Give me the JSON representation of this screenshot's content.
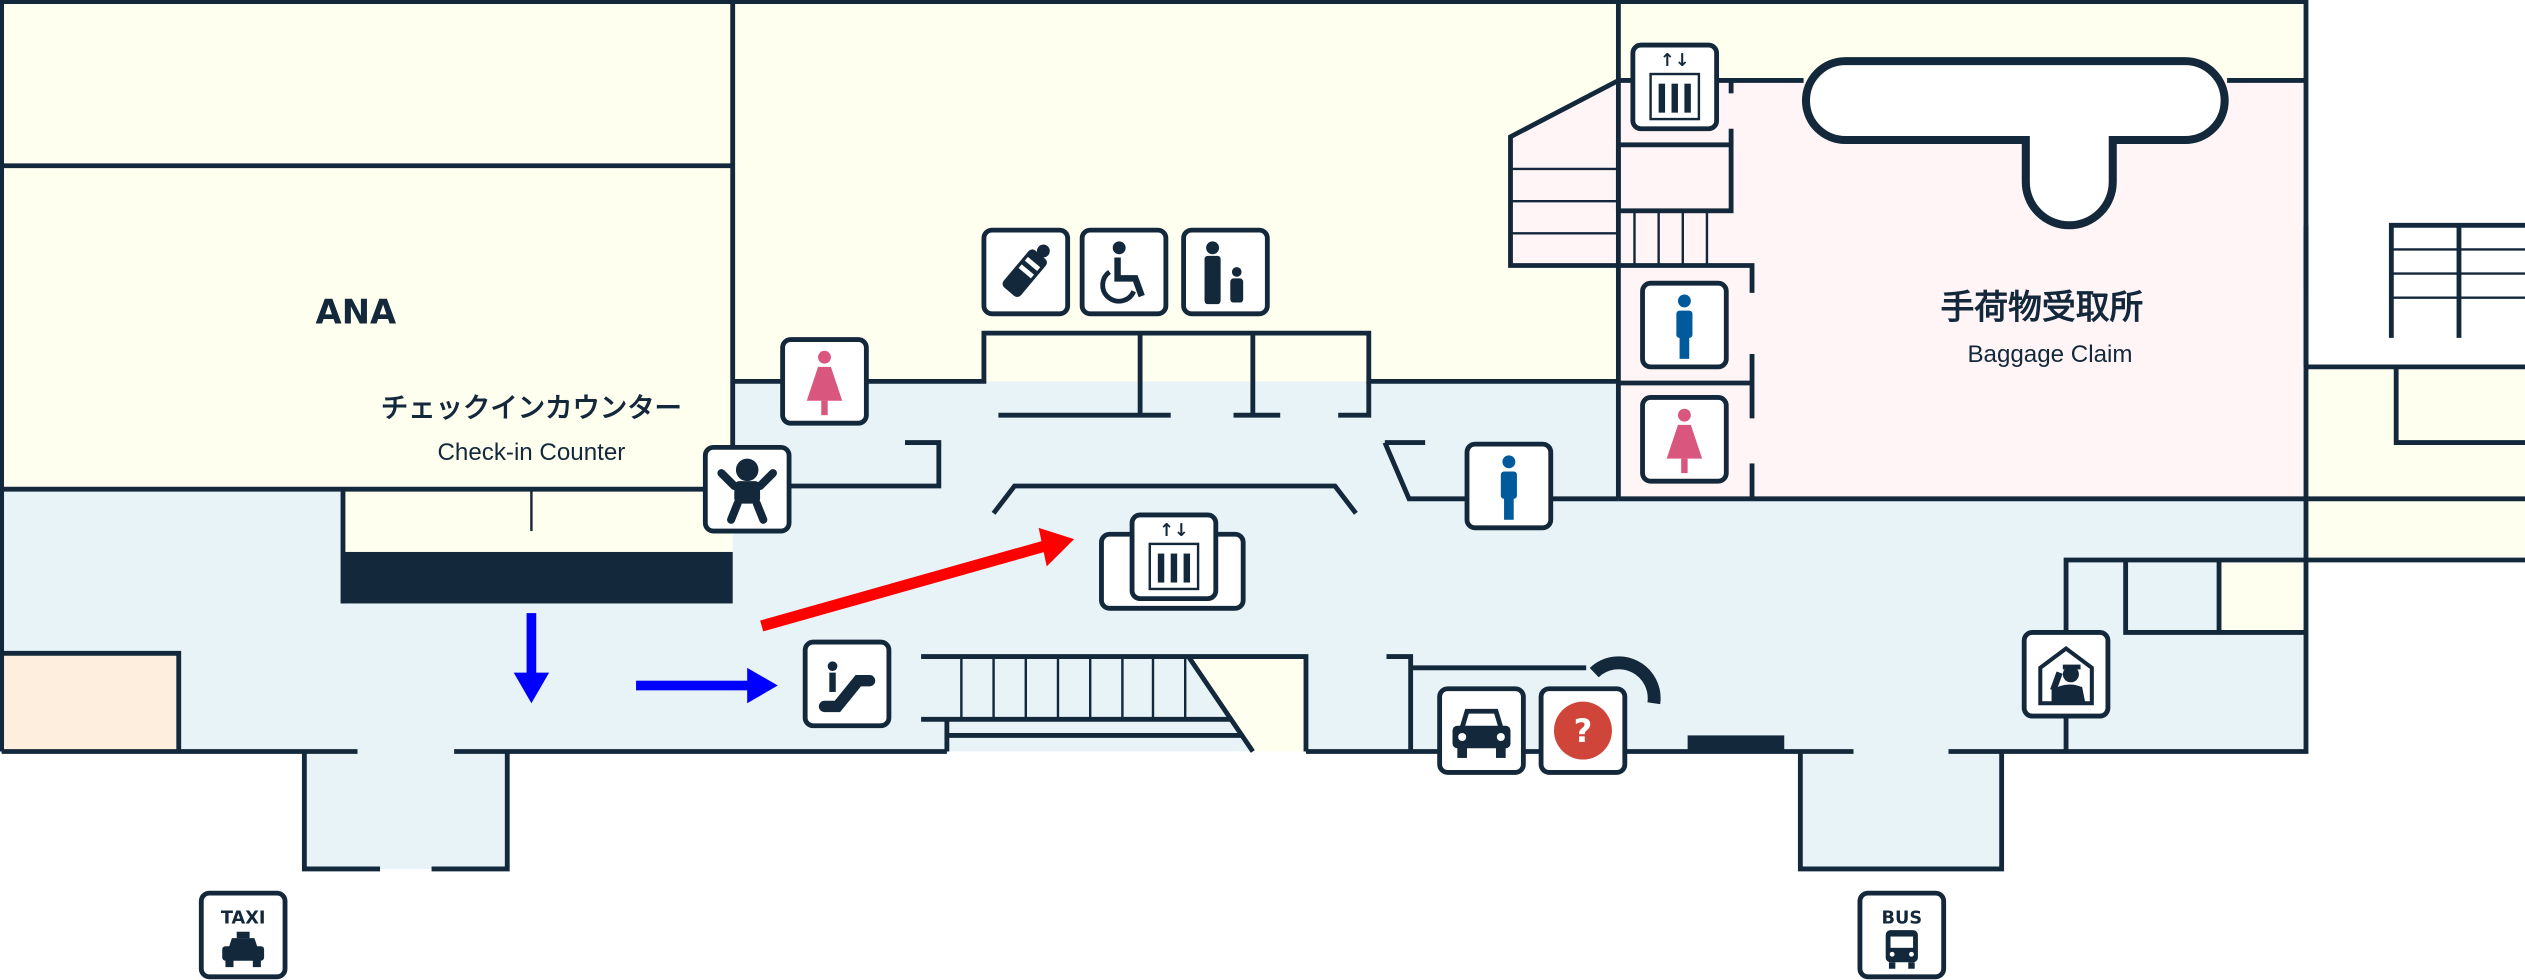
{
  "map": {
    "areas": {
      "airline": "ANA",
      "checkin_jp": "チェックインカウンター",
      "checkin_en": "Check-in Counter",
      "baggage_jp": "手荷物受取所",
      "baggage_en": "Baggage Claim"
    },
    "icons": {
      "taxi_label": "TAXI",
      "bus_label": "BUS",
      "info_label": "?",
      "elevator_arrows": "↑↓"
    },
    "icon_list": [
      "nursing-room",
      "accessible-toilet",
      "family-toilet",
      "female-toilet",
      "baby-changing",
      "elevator",
      "escalator",
      "male-toilet",
      "car-rental",
      "information",
      "police",
      "taxi",
      "bus"
    ],
    "colors": {
      "wall": "#13283b",
      "tenant_area": "#fffff0",
      "public_area": "#e8f3f8",
      "baggage_area": "#fff5f6",
      "special_area": "#fdeedd",
      "male": "#005a9c",
      "female": "#d9577f",
      "info": "#d0453a",
      "route_blue": "#0000ff",
      "route_red": "#ff0000"
    }
  }
}
